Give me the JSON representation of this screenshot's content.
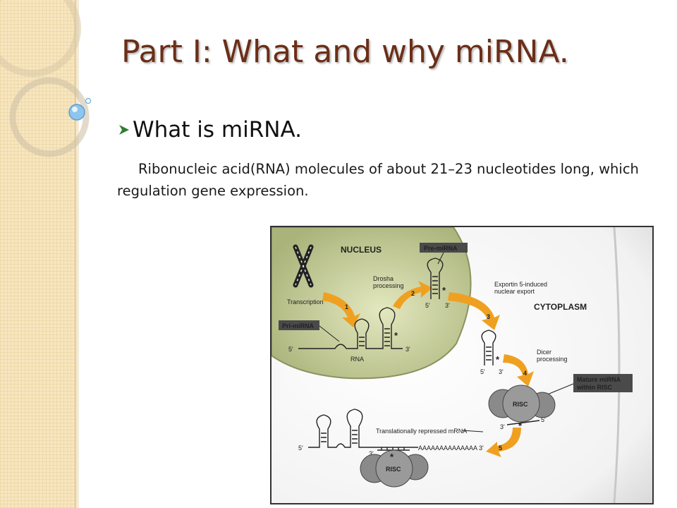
{
  "slide": {
    "title": "Part I: What and why miRNA.",
    "bullet": "What is miRNA.",
    "body": "Ribonucleic acid(RNA) molecules of about 21–23 nucleotides long, which regulation gene expression."
  },
  "figure": {
    "nucleus_label": "NUCLEUS",
    "cytoplasm_label": "CYTOPLASM",
    "transcription_label": "Transcription",
    "pri_mirna_label": "Pri-miRNA",
    "pre_mirna_label": "Pre-miRNA",
    "rna_label": "RNA",
    "drosha_label_1": "Drosha",
    "drosha_label_2": "processing",
    "exportin_label_1": "Exportin 5-induced",
    "exportin_label_2": "nuclear export",
    "dicer_label_1": "Dicer",
    "dicer_label_2": "processing",
    "mature_label_1": "Mature miRNA",
    "mature_label_2": "within RISC",
    "risc_label": "RISC",
    "repressed_label": "Translationally repressed mRNA",
    "polya_label": "AAAAAAAAAAAAAA",
    "five_prime": "5'",
    "three_prime": "3'",
    "star": "*",
    "steps": [
      "1",
      "2",
      "3",
      "4",
      "5"
    ]
  },
  "colors": {
    "title": "#6b2e17",
    "band": "#f7e6bf",
    "nucleus": "#b9c08e",
    "arrow": "#f0a020",
    "label_box": "#4a4a4a",
    "risc": "#8a8a8a"
  }
}
